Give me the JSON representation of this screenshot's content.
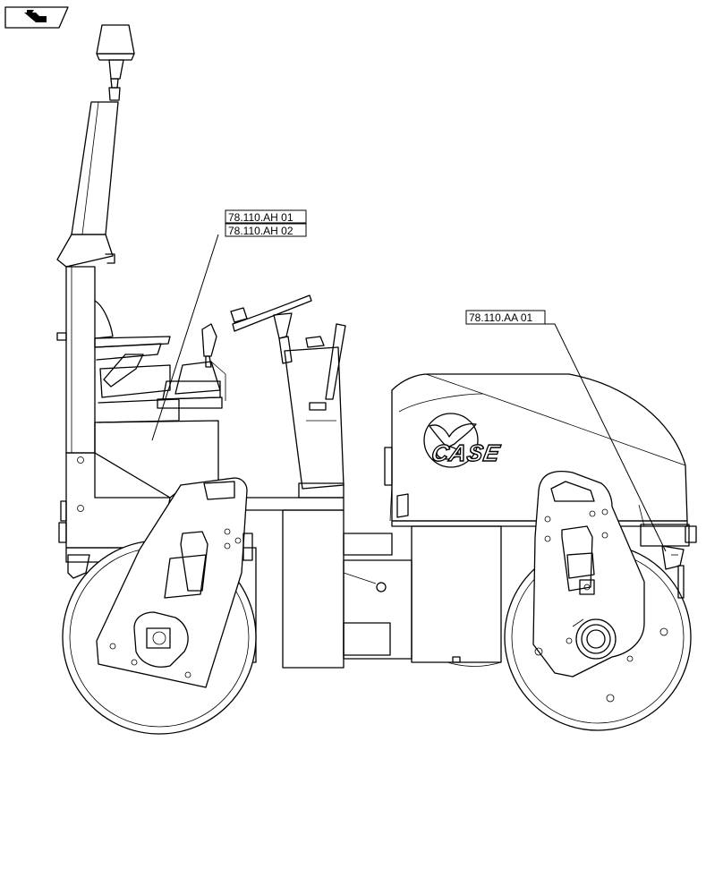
{
  "callouts": {
    "ah01": "78.110.AH 01",
    "ah02": "78.110.AH 02",
    "aa01": "78.110.AA 01"
  },
  "brand": {
    "name": "CASE"
  },
  "icons": {
    "corner_tab": "forward-arrow-icon"
  },
  "colors": {
    "line": "#000000",
    "background": "#ffffff"
  }
}
